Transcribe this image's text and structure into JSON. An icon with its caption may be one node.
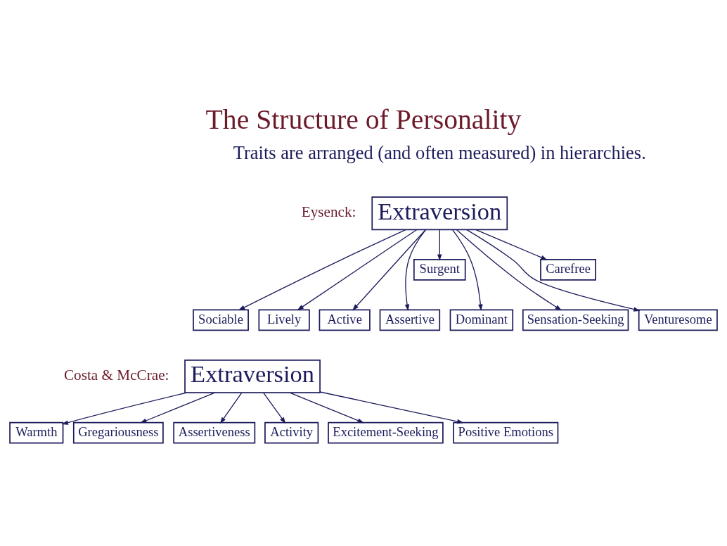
{
  "diagram": {
    "title": "The Structure of Personality",
    "nodes": [
      {
        "text": [
          "Extraversion"
        ]
      },
      {
        "text": [
          "Surgent"
        ]
      },
      {
        "text": [
          "Carefree"
        ]
      },
      {
        "text": [
          "Sociable"
        ]
      },
      {
        "text": [
          "Lively"
        ]
      },
      {
        "text": [
          "Active"
        ]
      },
      {
        "text": [
          "Assertive"
        ]
      },
      {
        "text": [
          "Dominant"
        ]
      },
      {
        "text": [
          "Sensation-Seeking"
        ]
      },
      {
        "text": [
          "Venturesome"
        ]
      },
      {
        "text": [
          "Extraversion"
        ]
      },
      {
        "text": [
          "Warmth"
        ]
      },
      {
        "text": [
          "Gregariousness"
        ]
      },
      {
        "text": [
          "Assertiveness"
        ]
      },
      {
        "text": [
          "Activity"
        ]
      },
      {
        "text": [
          "Excitement-Seeking"
        ]
      },
      {
        "text": [
          "Positive Emotions"
        ]
      }
    ],
    "edges": [
      {
        "from": 0,
        "to": 1,
        "arrow": "to"
      },
      {
        "from": 0,
        "to": 3,
        "arrow": "to"
      },
      {
        "from": 0,
        "to": 4,
        "arrow": "to"
      },
      {
        "from": 0,
        "to": 5,
        "arrow": "to"
      },
      {
        "from": 0,
        "to": 6,
        "arrow": "to"
      },
      {
        "from": 0,
        "to": 7,
        "arrow": "to"
      },
      {
        "from": 0,
        "to": 8,
        "arrow": "to"
      },
      {
        "from": 0,
        "to": 9,
        "arrow": "to"
      },
      {
        "from": 0,
        "to": 2,
        "arrow": "to"
      },
      {
        "from": 10,
        "to": 11,
        "arrow": "to"
      },
      {
        "from": 10,
        "to": 12,
        "arrow": "to"
      },
      {
        "from": 10,
        "to": 13,
        "arrow": "to"
      },
      {
        "from": 10,
        "to": 14,
        "arrow": "to"
      },
      {
        "from": 10,
        "to": 15,
        "arrow": "to"
      },
      {
        "from": 10,
        "to": 16,
        "arrow": "to"
      }
    ],
    "labels": [
      "Traits are arranged (and often measured) in hierarchies.",
      "Eysenck:",
      "Costa & McCrae:"
    ]
  }
}
